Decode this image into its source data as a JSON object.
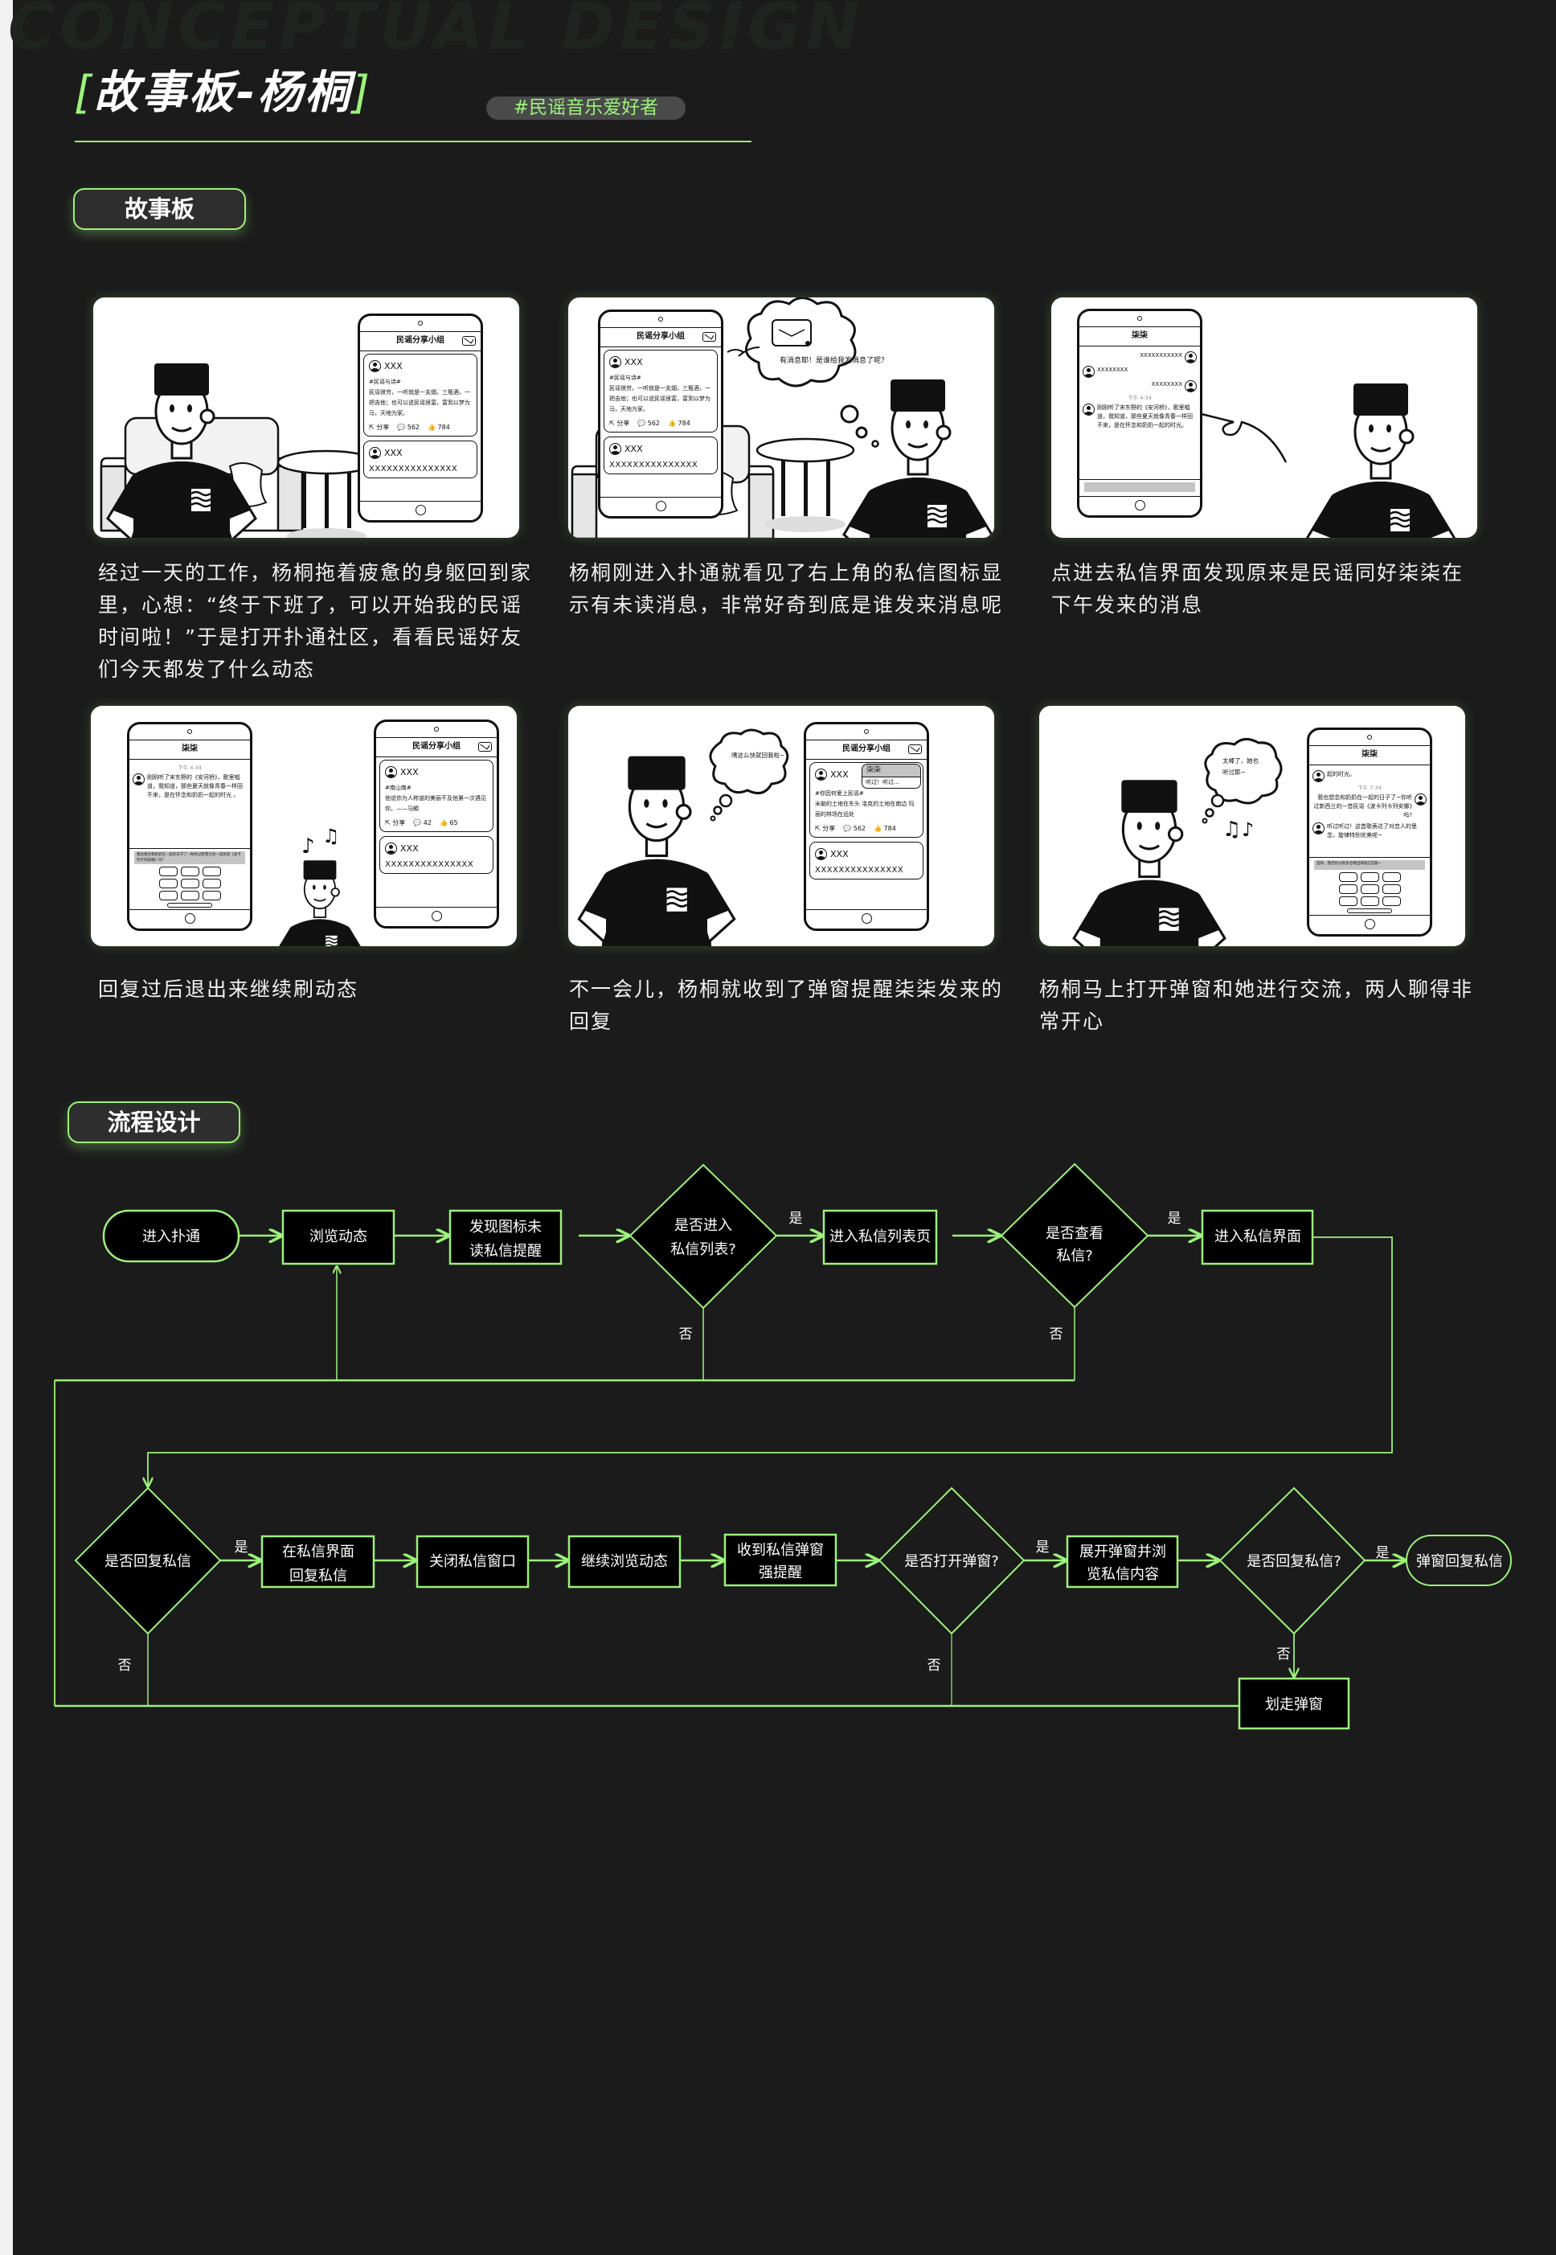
{
  "header": {
    "watermark": "CONCEPTUAL DESIGN",
    "title_open": "[",
    "title": "故事板-杨桐",
    "title_close": "]",
    "tag": "#民谣音乐爱好者"
  },
  "sections": {
    "storyboard": "故事板",
    "flow": "流程设计"
  },
  "colors": {
    "accent": "#9cf27a",
    "background": "#1b1b1b",
    "tag_bg": "#4a4a4a"
  },
  "panels": [
    {
      "caption_lines": [
        "经过一天的工作，杨桐拖着疲惫的身躯回到家",
        "里，心想：“终于下班了，可以开始我的民谣",
        "时间啦！”于是打开扑通社区，看看民谣好友",
        "们今天都发了什么动态"
      ],
      "phones": [
        {
          "type": "feed",
          "title": "民谣分享小组",
          "posts": [
            {
              "user": "XXX",
              "tag": "#民谣与诗#",
              "text": "民谣很穷，一听就是一支烟，三瓶酒，一把吉他；也可以说民谣很富，富到以梦为马，天地为家。",
              "share": "分享",
              "comments": "562",
              "likes": "784"
            },
            {
              "user": "XXX",
              "text": "XXXXXXXXXXXXXXX"
            }
          ]
        }
      ]
    },
    {
      "caption_lines": [
        "杨桐刚进入扑通就看见了右上角的私信图标显",
        "示有未读消息，非常好奇到底是谁发来消息呢"
      ],
      "thought": "有消息耶！是谁给我发消息了呢？",
      "phones": [
        {
          "type": "feed",
          "title": "民谣分享小组",
          "posts": [
            {
              "user": "XXX",
              "tag": "#民谣与诗#",
              "text": "民谣很穷，一听就是一支烟，三瓶酒，一把吉他；也可以说民谣很富，富到以梦为马，天地为家。",
              "share": "分享",
              "comments": "562",
              "likes": "784"
            },
            {
              "user": "XXX",
              "text": "XXXXXXXXXXXXXXX"
            }
          ]
        }
      ]
    },
    {
      "caption_lines": [
        "点进去私信界面发现原来是民谣同好柒柒在",
        "下午发来的消息"
      ],
      "phones": [
        {
          "type": "chat",
          "title": "柒柒",
          "messages": [
            {
              "side": "right",
              "text": "XXXXXXXXXXX"
            },
            {
              "side": "left",
              "text": "XXXXXXXX"
            },
            {
              "side": "right",
              "text": "XXXXXXXX"
            },
            {
              "time": "下午 4:34"
            },
            {
              "side": "left",
              "text": "刚刚听了宋东野的《安河桥》，歌里唱道，我知道，那些夏天就像青春一样回不来，是在怀念和奶奶一起的时光。"
            }
          ],
          "input": "",
          "keyboard": false
        }
      ]
    },
    {
      "caption_lines": [
        "回复过后退出来继续刷动态"
      ],
      "phones": [
        {
          "type": "chat",
          "title": "柒柒",
          "messages": [
            {
              "time": "下午 4:34"
            },
            {
              "side": "left",
              "text": "刚刚听了宋东野的《安河桥》，歌里唱道，我知道，那些夏天就像青春一样回不来，是在怀念和奶奶一起的时光 。"
            }
          ],
          "input": "我也想念和奶奶在一起的日子了~你听过新西兰的一首民谣《波卡列卡列安娜》吗?",
          "keyboard": true
        },
        {
          "type": "feed",
          "title": "民谣分享小组",
          "posts": [
            {
              "user": "XXX",
              "tag": "#南山南#",
              "text": "他说你为人称道的美丽不及他第一次遇见你。——马頔",
              "share": "分享",
              "comments": "42",
              "likes": "65"
            },
            {
              "user": "XXX",
              "text": "XXXXXXXXXXXXXXX"
            }
          ]
        }
      ]
    },
    {
      "caption_lines": [
        "不一会儿，杨桐就收到了弹窗提醒柒柒发来的",
        "回复"
      ],
      "thought": "咦这么快就回我啦~",
      "phones": [
        {
          "type": "feed",
          "title": "民谣分享小组",
          "posts": [
            {
              "user": "XXX",
              "tag": "#你因何爱上民谣#",
              "text": "米勒的土地在东头 洛克的土地在南边 玛丽的林场在远处",
              "share": "分享",
              "comments": "562",
              "likes": "784"
            },
            {
              "user": "XXX",
              "text": "XXXXXXXXXXXXXXX"
            }
          ],
          "popup": {
            "name": "柒柒",
            "text": "听过！听过..."
          }
        }
      ]
    },
    {
      "caption_lines": [
        "杨桐马上打开弹窗和她进行交流，两人聊得非",
        "常开心"
      ],
      "thought": "太棒了，她也听过耶~",
      "phones": [
        {
          "type": "chat",
          "title": "柒柒",
          "messages": [
            {
              "side": "left",
              "text": "起的时光。"
            },
            {
              "time": "下午 7:34"
            },
            {
              "side": "right",
              "text": "我也想念和奶奶在一起的日子了~你听过新西兰的一首民谣《波卡列卡列安娜》吗?"
            },
            {
              "side": "left",
              "text": "听过听过！这首歌表达了对恋人的思念，旋律特别优美呢~"
            }
          ],
          "input": "是呀，我还听过很多合唱团演唱这首歌~",
          "keyboard": true
        }
      ]
    }
  ],
  "flow": {
    "yes": "是",
    "no": "否",
    "nodes": {
      "start": [
        "进入扑通"
      ],
      "browse": [
        "浏览动态"
      ],
      "notice": [
        "发现图标未",
        "读私信提醒"
      ],
      "q_list": [
        "是否进入",
        "私信列表?"
      ],
      "list": [
        "进入私信列表页"
      ],
      "q_view": [
        "是否查看",
        "私信?"
      ],
      "dm": [
        "进入私信界面"
      ],
      "q_reply": [
        "是否回复私信"
      ],
      "reply": [
        "在私信界面",
        "回复私信"
      ],
      "close": [
        "关闭私信窗口"
      ],
      "continue": [
        "继续浏览动态"
      ],
      "receive": [
        "收到私信弹窗",
        "强提醒"
      ],
      "q_open": [
        "是否打开弹窗?"
      ],
      "expand": [
        "展开弹窗并浏",
        "览私信内容"
      ],
      "q_reply2": [
        "是否回复私信?"
      ],
      "popup_reply": [
        "弹窗回复私信"
      ],
      "swipe": [
        "划走弹窗"
      ]
    }
  }
}
